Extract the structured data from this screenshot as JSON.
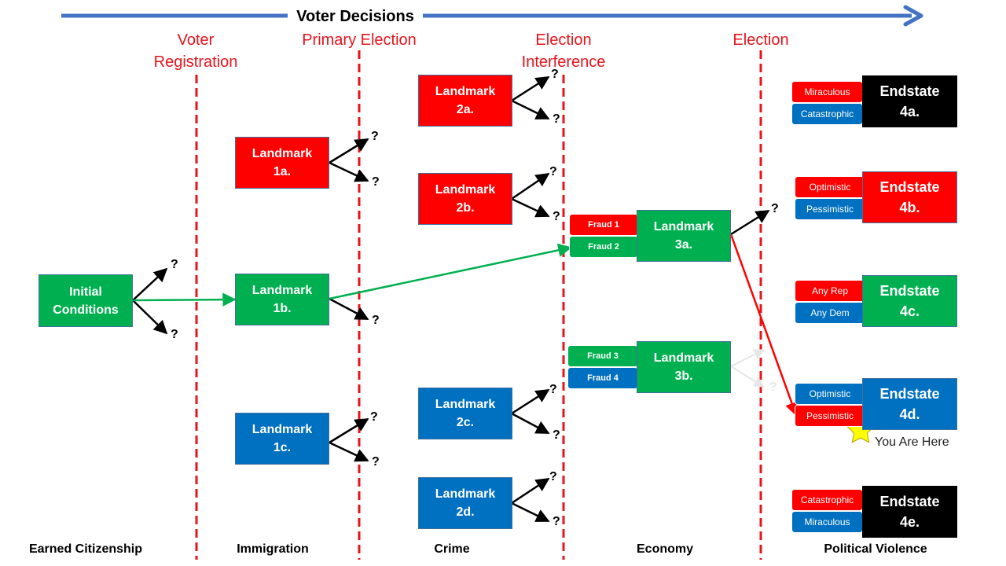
{
  "title": "Voter Decisions",
  "boundaries": [
    {
      "id": "voter-registration",
      "line1": "Voter",
      "line2": "Registration"
    },
    {
      "id": "primary-election",
      "line1": "Primary Election",
      "line2": ""
    },
    {
      "id": "election-interference",
      "line1": "Election",
      "line2": "Interference"
    },
    {
      "id": "election",
      "line1": "Election",
      "line2": ""
    }
  ],
  "stages": [
    "Earned Citizenship",
    "Immigration",
    "Crime",
    "Economy",
    "Political Violence"
  ],
  "nodes": {
    "initial": {
      "line1": "Initial",
      "line2": "Conditions"
    },
    "l1a": {
      "line1": "Landmark",
      "line2": "1a."
    },
    "l1b": {
      "line1": "Landmark",
      "line2": "1b."
    },
    "l1c": {
      "line1": "Landmark",
      "line2": "1c."
    },
    "l2a": {
      "line1": "Landmark",
      "line2": "2a."
    },
    "l2b": {
      "line1": "Landmark",
      "line2": "2b."
    },
    "l2c": {
      "line1": "Landmark",
      "line2": "2c."
    },
    "l2d": {
      "line1": "Landmark",
      "line2": "2d."
    },
    "l3a": {
      "line1": "Landmark",
      "line2": "3a."
    },
    "l3b": {
      "line1": "Landmark",
      "line2": "3b."
    },
    "e4a": {
      "line1": "Endstate",
      "line2": "4a."
    },
    "e4b": {
      "line1": "Endstate",
      "line2": "4b."
    },
    "e4c": {
      "line1": "Endstate",
      "line2": "4c."
    },
    "e4d": {
      "line1": "Endstate",
      "line2": "4d."
    },
    "e4e": {
      "line1": "Endstate",
      "line2": "4e."
    }
  },
  "fraud": [
    "Fraud 1",
    "Fraud 2",
    "Fraud 3",
    "Fraud 4"
  ],
  "options": {
    "e4a": [
      "Miraculous",
      "Catastrophic"
    ],
    "e4b": [
      "Optimistic",
      "Pessimistic"
    ],
    "e4c": [
      "Any Rep",
      "Any Dem"
    ],
    "e4d": [
      "Optimistic",
      "Pessimistic"
    ],
    "e4e": [
      "Catastrophic",
      "Miraculous"
    ]
  },
  "unknown_mark": "?",
  "marker": {
    "label": "You Are Here",
    "icon": "star-icon"
  },
  "colors": {
    "red": "#ff0000",
    "green": "#00b050",
    "blue": "#0070c0",
    "black": "#000000",
    "boundary": "#e8131b",
    "axis": "#4472c4",
    "path": "#00b050",
    "current_path": "#ff0000",
    "star": "#ffff00"
  }
}
